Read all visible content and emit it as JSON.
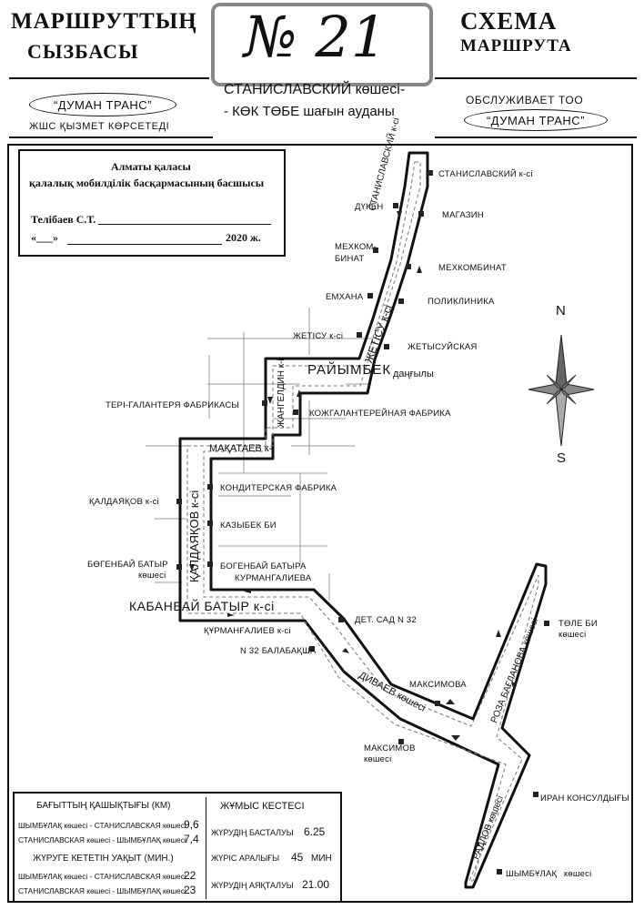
{
  "header": {
    "left_title": "МАРШРУТТЫҢ",
    "left_subtitle": "СЫЗБАСЫ",
    "route_number": "№ 21",
    "route_from": "СТАНИСЛАВСКИЙ көшесі-",
    "route_to": "- КӨК ТӨБЕ шағын ауданы",
    "right_title": "СХЕМА",
    "right_subtitle": "МАРШРУТА",
    "operator_left": "“ДУМАН ТРАНС”",
    "operator_left_caption": "ЖШС ҚЫЗМЕТ КӨРСЕТЕДІ",
    "operator_right_caption": "ОБСЛУЖИВАЕТ ТОО",
    "operator_right": "“ДУМАН ТРАНС”"
  },
  "stamp": {
    "line1": "Алматы қаласы",
    "line2": "қалалық мобилділік басқармасының басшысы",
    "signer": "Телібаев С.Т.",
    "date_prefix": "«___»",
    "year": "2020 ж."
  },
  "compass": {
    "north": "N",
    "south": "S"
  },
  "streets": {
    "stanislavsky": "СТАНИСЛАВСКИЙ к-сі",
    "zhetysu": "ЖЕТІСУ к-сі",
    "raiymbek": "РАЙЫМБЕК",
    "raiymbek_suffix": "даңғылы",
    "zhangeldin": "ЖАНГЕЛДИН к-і",
    "makataev": "МАҚАТАЕВ к-і",
    "kaldayakov": "ҚАЛДАЯҚОВ к-сі",
    "kabanbai": "КАБАНБАЙ БАТЫР к-сі",
    "divaev": "ДИВАЕВ көшесі",
    "baglanova": "РОЗА БАҒЛАНОВА көшесі",
    "raddov": "РАДЛОВ көшесі"
  },
  "stops": {
    "stanislavsky_st": "СТАНИСЛАВСКИЙ к-сі",
    "duken": "ДҮКЕН",
    "magazin": "МАГАЗИН",
    "mekhkombinat_kz_1": "МЕХКОМ-",
    "mekhkombinat_kz_2": "БИНАТ",
    "mekhkombinat_ru": "МЕХКОМБИНАТ",
    "emkhana": "ЕМХАНА",
    "poliklinika": "ПОЛИКЛИНИКА",
    "zhetisu_st": "ЖЕТІСУ к-сі",
    "zhetysuiskaya": "ЖЕТЫСУЙСКАЯ",
    "teri_galantereya": "ТЕРІ-ГАЛАНТЕРЯ ФАБРИКАСЫ",
    "kozhgalantereya": "КОЖГАЛАНТЕРЕЙНАЯ ФАБРИКА",
    "konditerskaya": "КОНДИТЕРСКАЯ ФАБРИКА",
    "kaldayakov_st": "ҚАЛДАЯҚОВ к-сі",
    "kazybek_bi": "КАЗЫБЕК БИ",
    "bogenbai_kz_1": "БӨГЕНБАЙ БАТЫР",
    "bogenbai_kz_2": "көшесі",
    "bogenbai_ru": "БОГЕНБАЙ БАТЫРА",
    "kurmangalieva": "КУРМАНГАЛИЕВА",
    "kurmangaliev_st": "ҚҰРМАНҒАЛИЕВ к-сі",
    "det_sad": "ДЕТ. САД N 32",
    "balabakshа": "N 32 БАЛАБАҚША",
    "maksimova": "МАКСИМОВА",
    "maksimov_kz_1": "МАКСИМОВ",
    "maksimov_kz_2": "көшесі",
    "tole_bi_1": "ТӨЛЕ БИ",
    "tole_bi_2": "көшесі",
    "iran_consulate": "ИРАН КОНСУЛДЫҒЫ",
    "shymbulak_1": "ШЫМБҰЛАҚ",
    "shymbulak_2": "көшесі"
  },
  "info": {
    "distance_title": "БАҒЫТТЫҢ ҚАШЫҚТЫҒЫ (КМ)",
    "dist_row1_label": "ШЫМБҰЛАҚ көшесі - СТАНИСЛАВСКАЯ көшесі",
    "dist_row1_value": "9,6",
    "dist_row2_label": "СТАНИСЛАВСКАЯ көшесі - ШЫМБҰЛАҚ көшесі",
    "dist_row2_value": "7,4",
    "time_title": "ЖҮРУГЕ КЕТЕТІН УАҚЫТ (МИН.)",
    "time_row1_label": "ШЫМБҰЛАҚ көшесі - СТАНИСЛАВСКАЯ көшесі",
    "time_row1_value": "22",
    "time_row2_label": "СТАНИСЛАВСКАЯ көшесі - ШЫМБҰЛАҚ көшесі",
    "time_row2_value": "23",
    "schedule_title": "ЖҰМЫС КЕСТЕСІ",
    "start_label": "ЖҮРУДІҢ БАСТАЛУЫ",
    "start_value": "6.25",
    "interval_label": "ЖҮРІС АРАЛЫҒЫ",
    "interval_value": "45",
    "interval_unit": "МИН",
    "end_label": "ЖҮРУДІҢ АЯҚТАЛУЫ",
    "end_value": "21.00"
  }
}
